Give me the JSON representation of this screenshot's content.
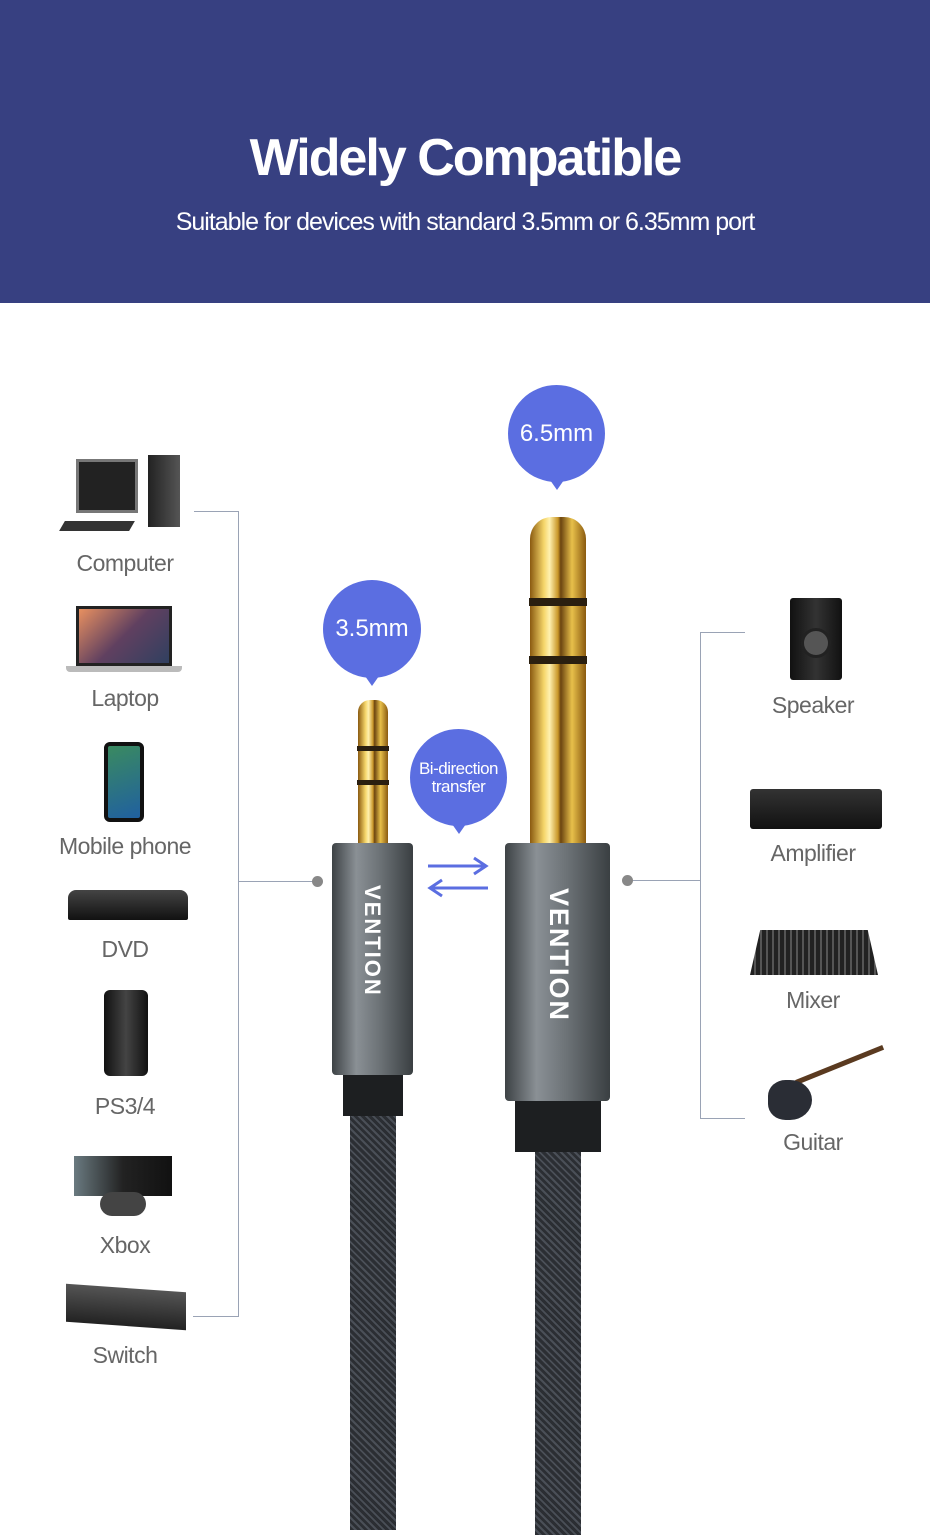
{
  "header": {
    "title": "Widely Compatible",
    "subtitle": "Suitable for devices with standard 3.5mm or 6.35mm port"
  },
  "left_devices": [
    {
      "label": "Computer",
      "icon": "computer-icon"
    },
    {
      "label": "Laptop",
      "icon": "laptop-icon"
    },
    {
      "label": "Mobile phone",
      "icon": "phone-icon"
    },
    {
      "label": "DVD",
      "icon": "dvd-icon"
    },
    {
      "label": "PS3/4",
      "icon": "hard-drive-icon"
    },
    {
      "label": "Xbox",
      "icon": "console-icon"
    },
    {
      "label": "Switch",
      "icon": "switch-icon"
    }
  ],
  "right_devices": [
    {
      "label": "Speaker",
      "icon": "speaker-icon"
    },
    {
      "label": "Amplifier",
      "icon": "amplifier-icon"
    },
    {
      "label": "Mixer",
      "icon": "mixer-icon"
    },
    {
      "label": "Guitar",
      "icon": "guitar-icon"
    }
  ],
  "bubbles": {
    "small": "3.5mm",
    "large": "6.5mm",
    "bidir_line1": "Bi-direction",
    "bidir_line2": "transfer"
  },
  "brand": "VENTION",
  "colors": {
    "header": "#374081",
    "accent": "#5b6ee1"
  }
}
